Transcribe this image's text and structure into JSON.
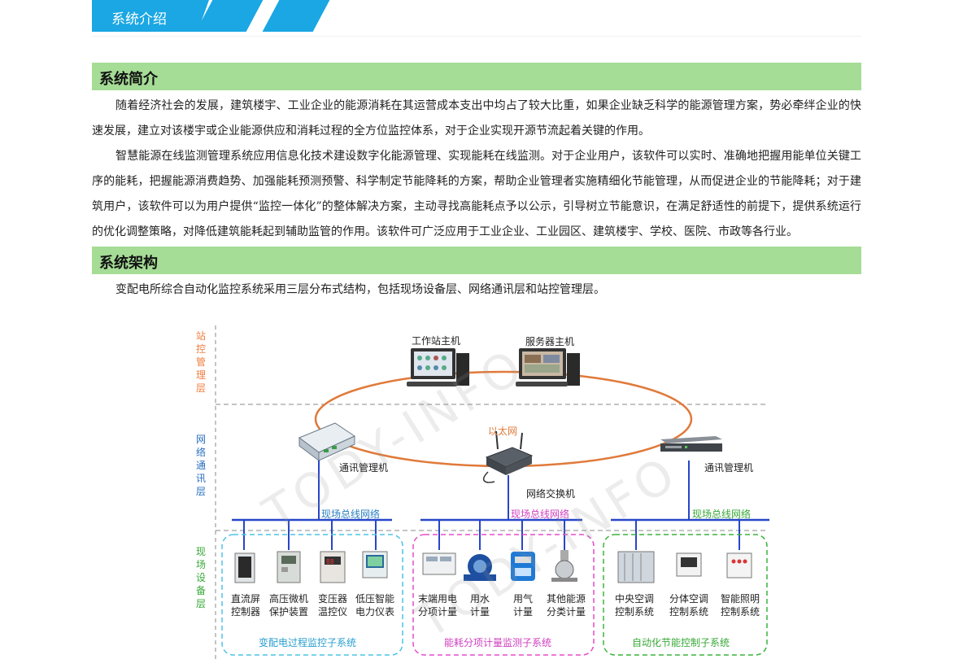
{
  "tab": {
    "label": "系统介绍"
  },
  "intro": {
    "title": "系统简介",
    "paragraph1": "随着经济社会的发展，建筑楼宇、工业企业的能源消耗在其运营成本支出中均占了较大比重，如果企业缺乏科学的能源管理方案，势必牵绊企业的快速发展，建立对该楼宇或企业能源供应和消耗过程的全方位监控体系，对于企业实现开源节流起着关键的作用。",
    "paragraph2": "智慧能源在线监测管理系统应用信息化技术建设数字化能源管理、实现能耗在线监测。对于企业用户，该软件可以实时、准确地把握用能单位关键工序的能耗，把握能源消费趋势、加强能耗预测预警、科学制定节能降耗的方案，帮助企业管理者实施精细化节能管理，从而促进企业的节能降耗；对于建筑用户，该软件可以为用户提供“监控一体化”的整体解决方案，主动寻找高能耗点予以公示，引导树立节能意识，在满足舒适性的前提下，提供系统运行的优化调整策略，对降低建筑能耗起到辅助监管的作用。该软件可广泛应用于工业企业、工业园区、建筑楼宇、学校、医院、市政等各行业。"
  },
  "architecture": {
    "title": "系统架构",
    "paragraph": "变配电所综合自动化监控系统采用三层分布式结构，包括现场设备层、网络通讯层和站控管理层。"
  },
  "diagram": {
    "layers": {
      "station": "站控管理层",
      "network": "网络通讯层",
      "field": "现场设备层"
    },
    "workstation": "工作站主机",
    "server": "服务器主机",
    "ethernet": "以太网",
    "comm_manager_left": "通讯管理机",
    "comm_manager_right": "通讯管理机",
    "switch": "网络交换机",
    "bus_left": "现场总线网络",
    "bus_mid": "现场总线网络",
    "bus_right": "现场总线网络",
    "devices_left": [
      {
        "l1": "直流屏",
        "l2": "控制器"
      },
      {
        "l1": "高压微机",
        "l2": "保护装置"
      },
      {
        "l1": "变压器",
        "l2": "温控仪"
      },
      {
        "l1": "低压智能",
        "l2": "电力仪表"
      }
    ],
    "devices_mid": [
      {
        "l1": "末端用电",
        "l2": "分项计量"
      },
      {
        "l1": "用水",
        "l2": "计量"
      },
      {
        "l1": "用气",
        "l2": "计量"
      },
      {
        "l1": "其他能源",
        "l2": "分类计量"
      }
    ],
    "devices_right": [
      {
        "l1": "中央空调",
        "l2": "控制系统"
      },
      {
        "l1": "分体空调",
        "l2": "控制系统"
      },
      {
        "l1": "智能照明",
        "l2": "控制系统"
      }
    ],
    "subsystem_left": "变配电过程监控子系统",
    "subsystem_mid": "能耗分项计量监测子系统",
    "subsystem_right": "自动化节能控制子系统",
    "watermark": "TODY-INFO",
    "colors": {
      "tab": "#1aa7e3",
      "section": "#a5dc96",
      "ring": "#e07a3a",
      "bus": "#2846c8",
      "left_group": "#4cc3e6",
      "mid_group": "#e64cc8",
      "right_group": "#3cb43c",
      "station_layer": "#f07c3c",
      "network_layer": "#2a6fc0",
      "field_layer": "#38a838"
    }
  }
}
